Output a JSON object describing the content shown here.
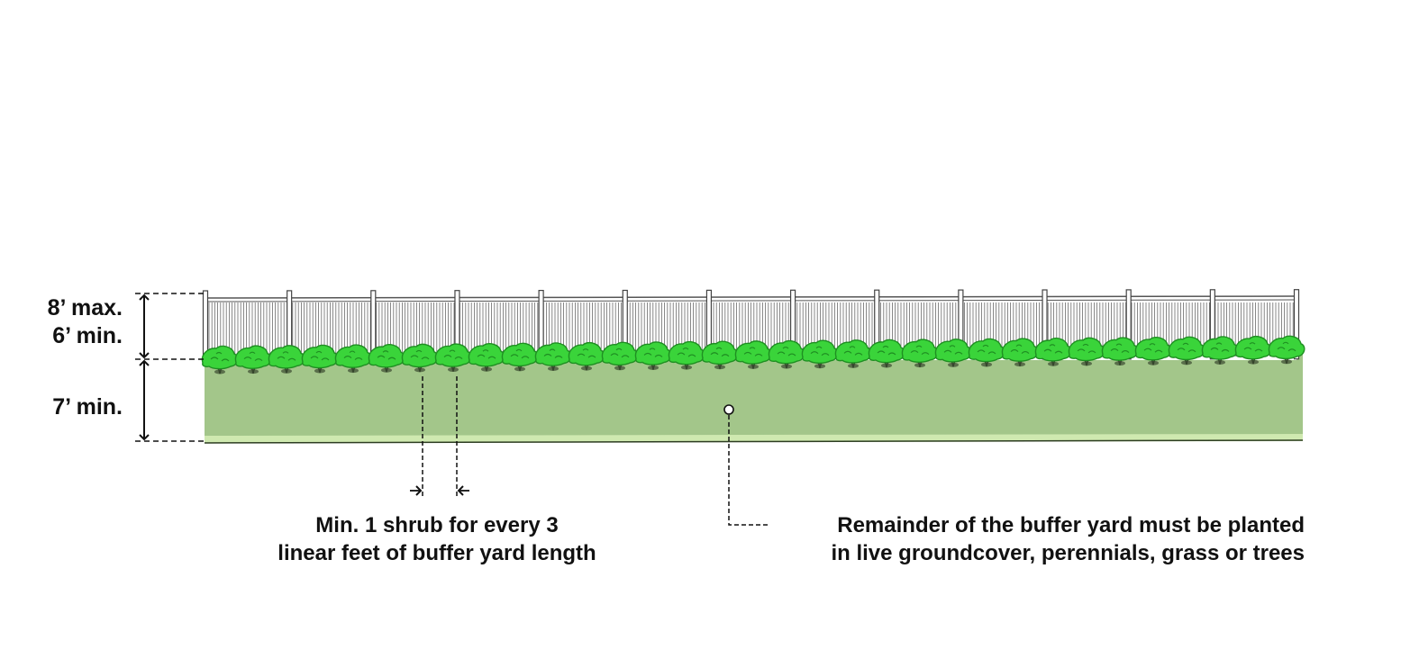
{
  "colors": {
    "groundcover": "#a3c68a",
    "groundcover_edge": "#cfe9b0",
    "shrub": "#3ad43a",
    "shrub_dark": "#1f8f22",
    "fence_line": "#555555",
    "fence_fill": "#ffffff",
    "dimension_line": "#111111"
  },
  "dimensions": {
    "fence_height_max": "8’ max.",
    "fence_height_min": "6’ min.",
    "buffer_depth_min": "7’ min."
  },
  "callouts": {
    "shrub_spacing": {
      "line1": "Min. 1 shrub for every 3",
      "line2": "linear feet of buffer yard length"
    },
    "groundcover": {
      "line1": "Remainder of the buffer yard must be planted",
      "line2": "in live groundcover, perennials, grass or trees"
    }
  },
  "icons": {
    "fence": "fence-icon",
    "shrub": "shrub-icon",
    "groundcover_marker": "marker-dot-icon"
  }
}
